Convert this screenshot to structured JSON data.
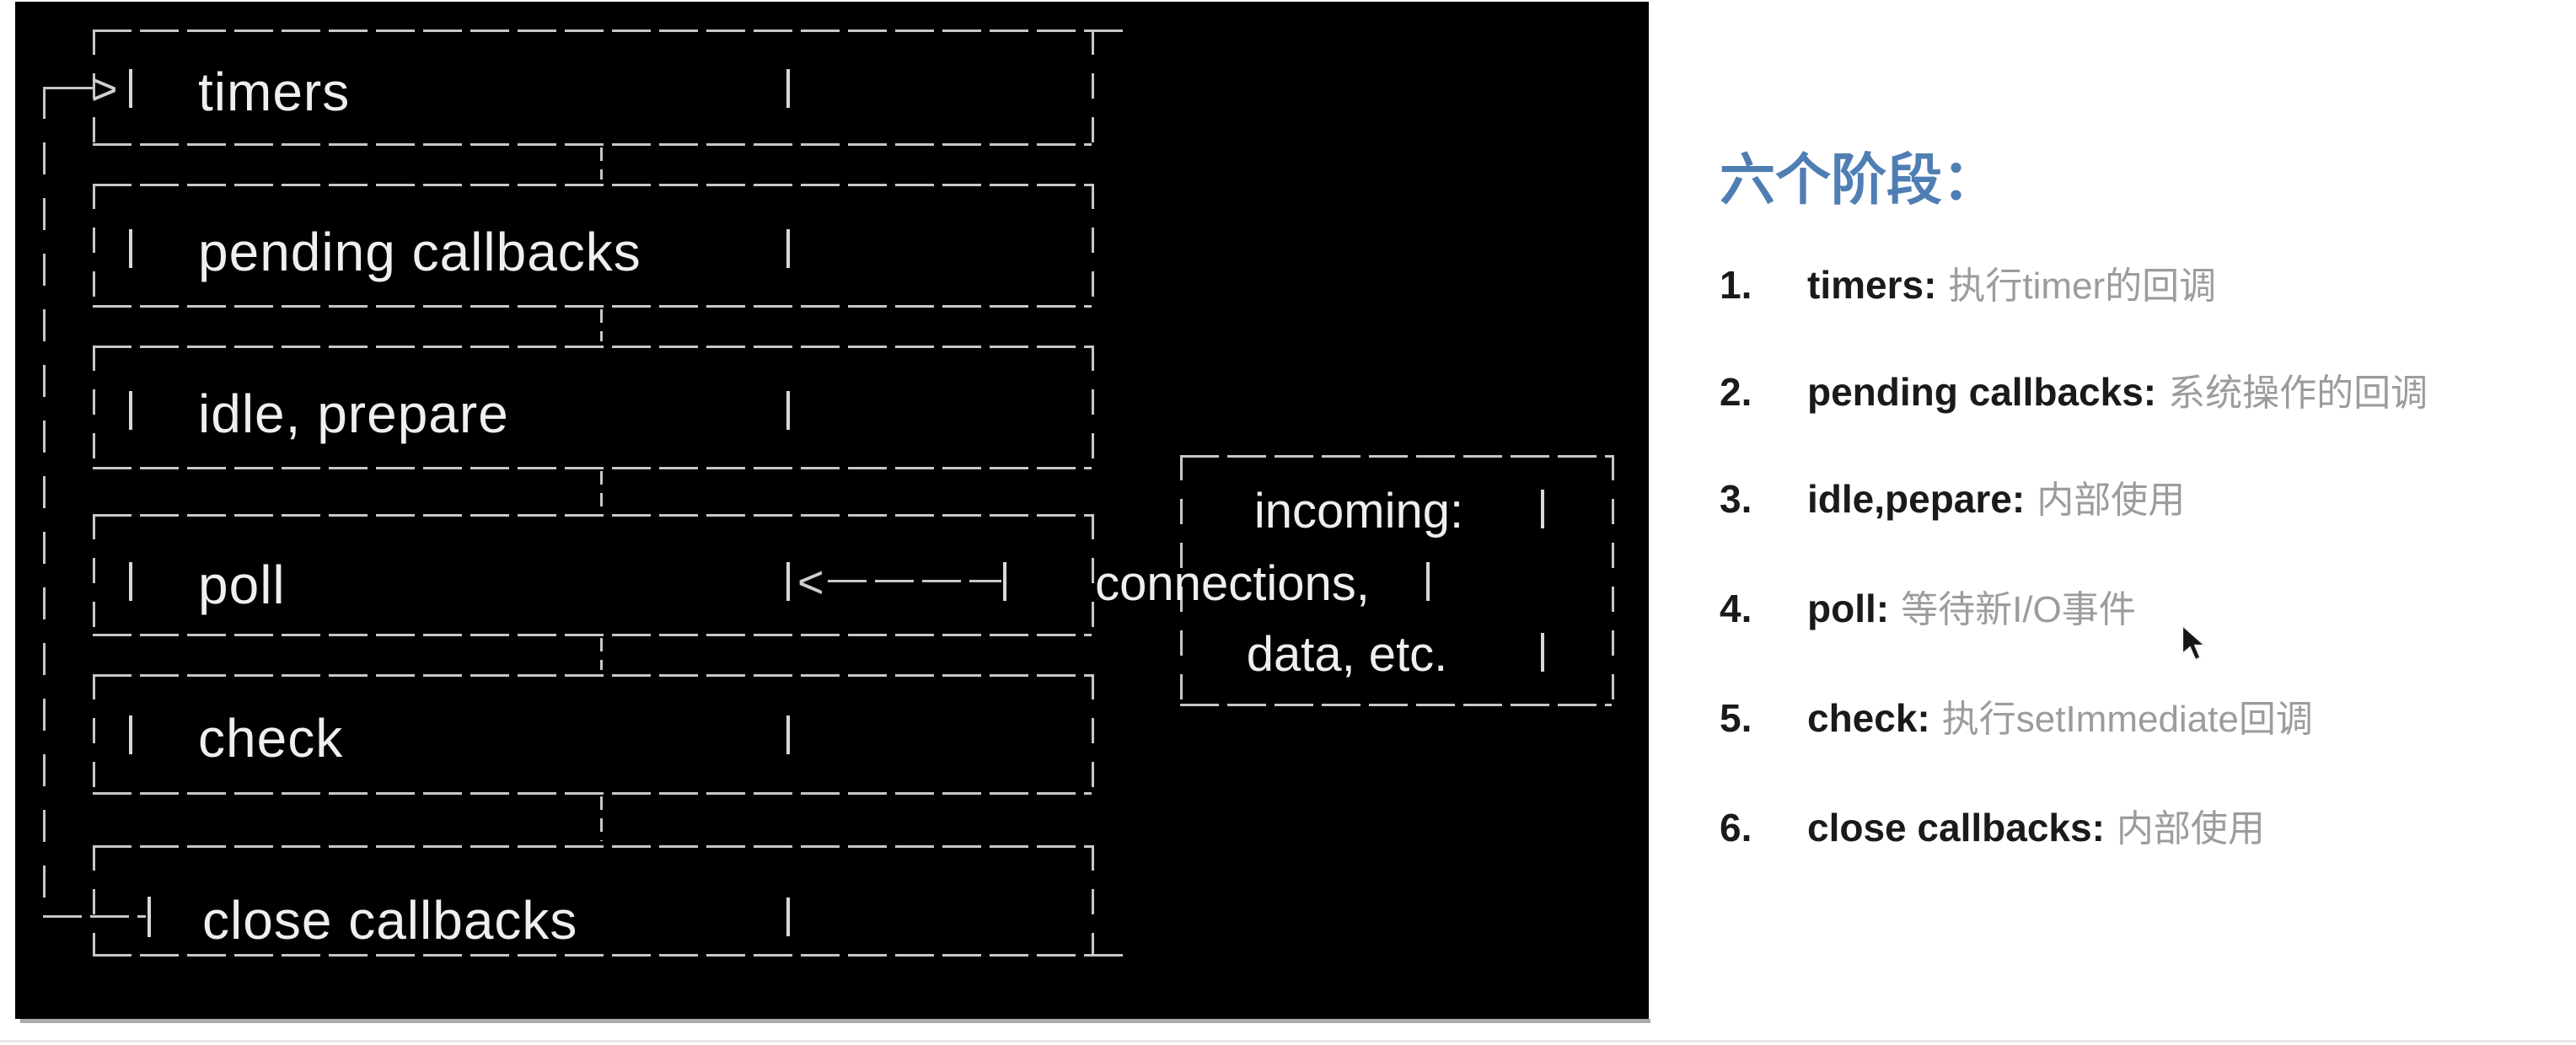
{
  "page": {
    "background": "#ffffff",
    "bottom_rule_color": "#e9e9e9"
  },
  "diagram_panel": {
    "background": "#000000",
    "line_color": "#c7c7c7",
    "text_color": "#efefef",
    "phases": [
      "timers",
      "pending callbacks",
      "idle, prepare",
      "poll",
      "check",
      "close callbacks"
    ],
    "loop_arrowhead": ">",
    "incoming_arrowhead": "<",
    "incoming_box_lines": [
      "incoming:",
      "connections,",
      "data, etc."
    ]
  },
  "notes": {
    "title": "六个阶段：",
    "title_color": "#4f7eb3",
    "items": [
      {
        "number": "1.",
        "term": "timers:",
        "description": "执行timer的回调"
      },
      {
        "number": "2.",
        "term": "pending callbacks:",
        "description": "系统操作的回调"
      },
      {
        "number": "3.",
        "term": "idle,pepare:",
        "description": "内部使用"
      },
      {
        "number": "4.",
        "term": "poll:",
        "description": "等待新I/O事件"
      },
      {
        "number": "5.",
        "term": "check:",
        "description": "执行setImmediate回调"
      },
      {
        "number": "6.",
        "term": "close callbacks:",
        "description": "内部使用"
      }
    ]
  },
  "cursor": {
    "type": "arrow-pointer"
  }
}
